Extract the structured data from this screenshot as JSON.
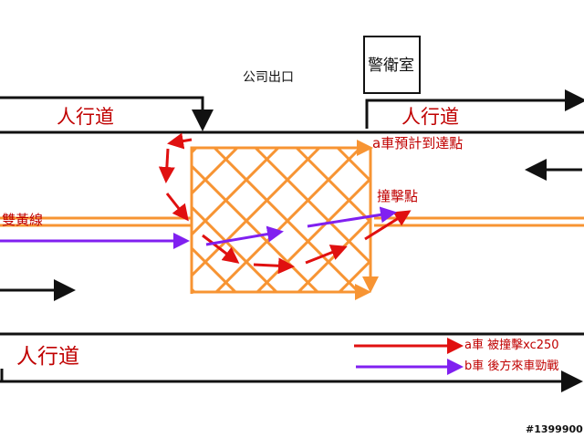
{
  "labels": {
    "company_exit": "公司出口",
    "guard_room": "警衛室",
    "sidewalk_top_left": "人行道",
    "sidewalk_top_right": "人行道",
    "sidewalk_bottom": "人行道",
    "double_yellow": "雙黃線",
    "a_expected": "a車預計到達點",
    "impact_point": "撞擊點"
  },
  "legend": [
    {
      "label": "a車 被撞擊xc250",
      "color": "#e01010"
    },
    {
      "label": "b車 後方來車勁戰",
      "color": "#8020f0"
    }
  ],
  "watermark": "#1399900",
  "colors": {
    "orange": "#f79433",
    "red": "#e01010",
    "purple": "#8020f0",
    "text_red": "#c00000"
  }
}
